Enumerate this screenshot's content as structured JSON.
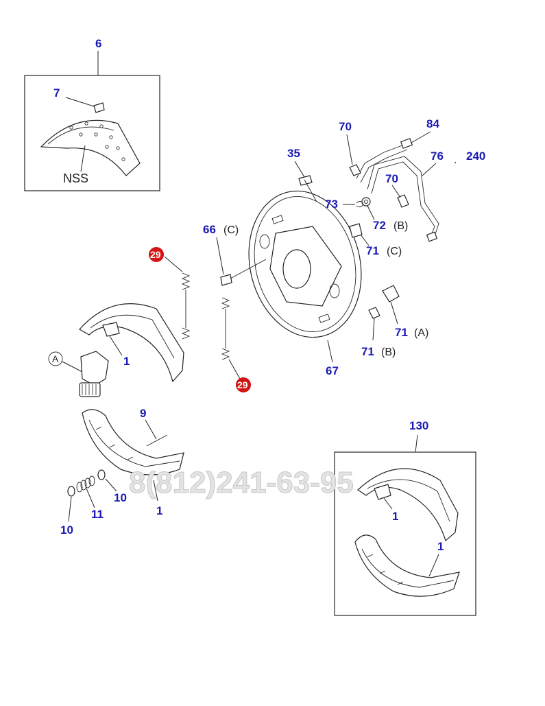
{
  "labels": {
    "l6": "6",
    "l7": "7",
    "nss": "NSS",
    "l35": "35",
    "l70a": "70",
    "l84": "84",
    "l76": "76",
    "l240": "240",
    "l70b": "70",
    "l73": "73",
    "l72": "72",
    "l72s": "(B)",
    "l66": "66",
    "l66s": "(C)",
    "l29a": "29",
    "l71c": "71",
    "l71cs": "(C)",
    "l71a": "71",
    "l71as": "(A)",
    "l71b": "71",
    "l71bs": "(B)",
    "l1a": "1",
    "circleA": "A",
    "l67": "67",
    "l29b": "29",
    "l9": "9",
    "l130": "130",
    "l10a": "10",
    "l11": "11",
    "l10b": "10",
    "l1b": "1",
    "l1c": "1",
    "l1d": "1",
    "dot": "."
  },
  "watermark": "8(812)241-63-95",
  "colors": {
    "label": "#1a1ab4",
    "badge": "#d41414",
    "line": "#222222",
    "watermark": "#e3e3e3"
  }
}
